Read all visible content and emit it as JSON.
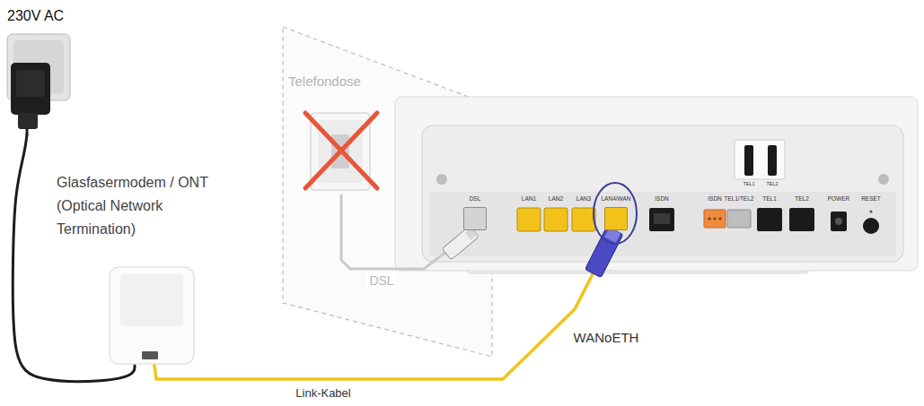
{
  "diagram": {
    "nodes": [
      {
        "text": [
          "230V AC"
        ]
      },
      {
        "text": [
          "Glasfasermodem / ONT (Optical Network Termination)"
        ]
      },
      {
        "text": [
          "Telefondose"
        ]
      },
      {
        "text": [
          "DSL"
        ]
      },
      {
        "text": [
          "LAN4/WAN"
        ]
      }
    ],
    "edges": [
      {
        "from": 0,
        "to": 1,
        "arrow": "none"
      },
      {
        "from": 1,
        "to": 4,
        "label": "Link-Kabel",
        "arrow": "none"
      },
      {
        "from": 2,
        "to": 3,
        "label": "DSL",
        "arrow": "none"
      }
    ],
    "labels": [
      "TEL1",
      "TEL2",
      "LAN1",
      "LAN2",
      "LAN3",
      "ISDN",
      "ISDN",
      "TEL1/TEL2",
      "TEL1",
      "TEL2",
      "POWER",
      "RESET",
      "WANoETH"
    ]
  }
}
